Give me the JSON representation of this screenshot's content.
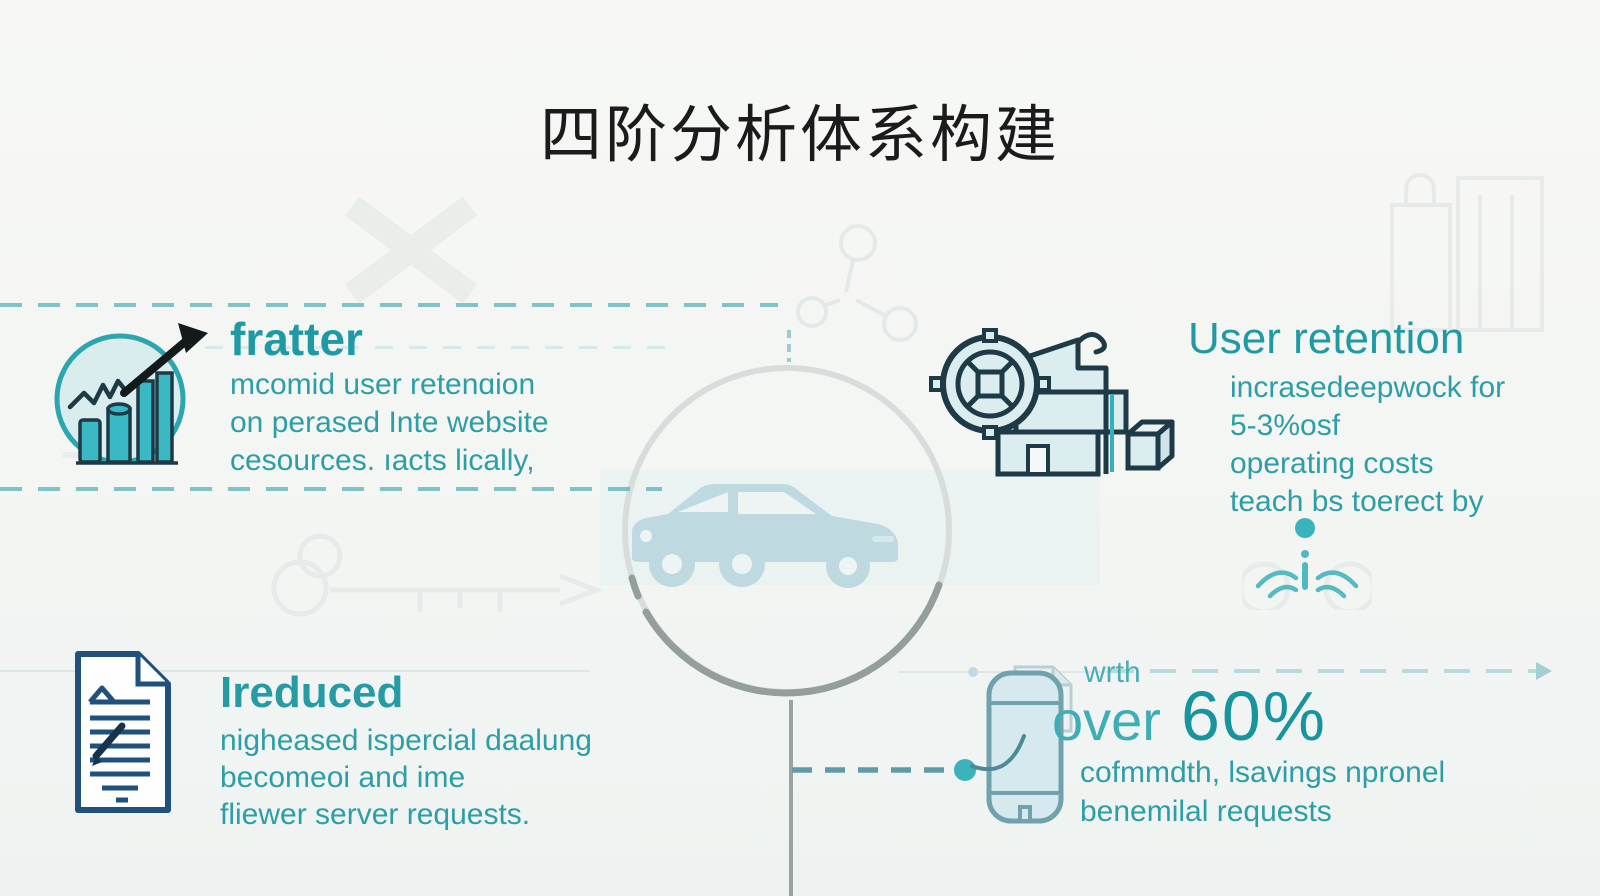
{
  "title": "四阶分析体系构建",
  "sections": {
    "top_left": {
      "heading": "fratter",
      "lines": [
        "mcomid user retenɑion",
        "on perased Inte website",
        "cesources. ıacts lically,"
      ]
    },
    "top_right": {
      "heading": "User retention",
      "lines": [
        "incrasedeepwock for",
        "5-3%osf",
        "operating costs",
        "teach bs toerect by"
      ]
    },
    "bottom_left": {
      "heading": "Ireduced",
      "lines": [
        "nigheased ispercial daalung",
        "becomeoi and ime",
        "fliewer server requests."
      ]
    },
    "bottom_right": {
      "pre": "wrth",
      "big_prefix": "over",
      "big_value": "60%",
      "lines": [
        "cofmmdth, lsavings npronel",
        "benemilal requests"
      ]
    }
  },
  "icons": {
    "top_left": "growth-chart-icon",
    "top_right": "factory-gear-icon",
    "bottom_left": "document-checklist-icon",
    "bottom_right": "smartphone-icon",
    "center": "car-icon",
    "decoration": "signal-sparkle-icon"
  },
  "colors": {
    "heading_teal": "#1f9aa4",
    "body_teal": "#2d9ea6",
    "big_value_teal": "#18949f",
    "icon_outline_navy": "#1d3a46",
    "document_navy": "#20507c",
    "icon_fill_light": "#d9ecee",
    "bar_fill": "#3ab8c4",
    "circle_grey": "#949e9c",
    "car_fill": "#bedae0",
    "title_black": "#1b1b1b"
  }
}
